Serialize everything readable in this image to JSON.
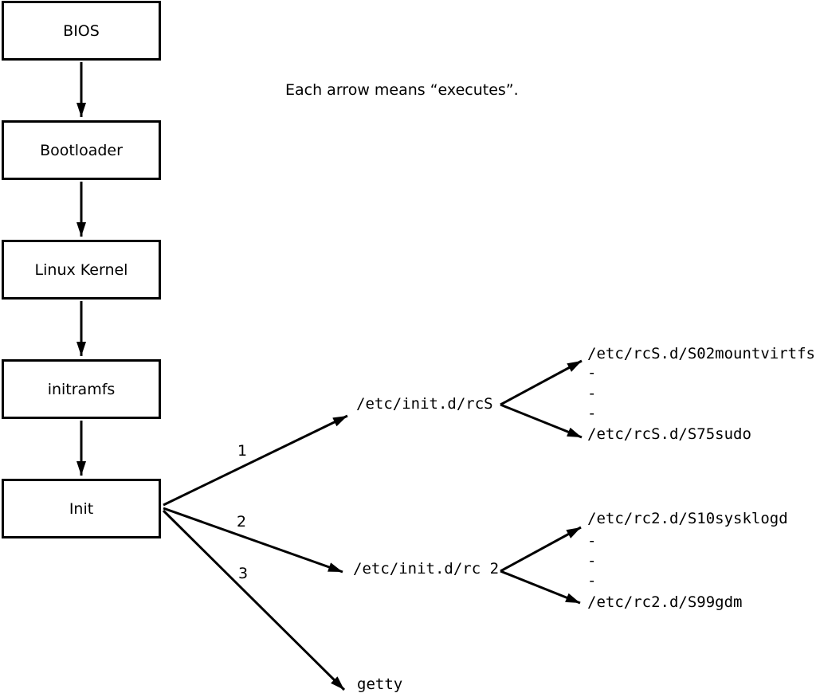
{
  "diagram": {
    "note": "Each arrow means “executes”.",
    "boot_chain": [
      {
        "label": "BIOS"
      },
      {
        "label": "Bootloader"
      },
      {
        "label": "Linux Kernel"
      },
      {
        "label": "initramfs"
      },
      {
        "label": "Init"
      }
    ],
    "init_branches": [
      {
        "order": "1",
        "target": "/etc/init.d/rcS"
      },
      {
        "order": "2",
        "target": "/etc/init.d/rc 2"
      },
      {
        "order": "3",
        "target": "getty"
      }
    ],
    "rcS_children": {
      "first": "/etc/rcS.d/S02mountvirtfs",
      "ellipsis": [
        "-",
        "-",
        "-"
      ],
      "last": "/etc/rcS.d/S75sudo"
    },
    "rc2_children": {
      "first": "/etc/rc2.d/S10sysklogd",
      "ellipsis": [
        "-",
        "-",
        "-"
      ],
      "last": "/etc/rc2.d/S99gdm"
    },
    "colors": {
      "foreground": "#000000",
      "background": "#ffffff"
    }
  }
}
